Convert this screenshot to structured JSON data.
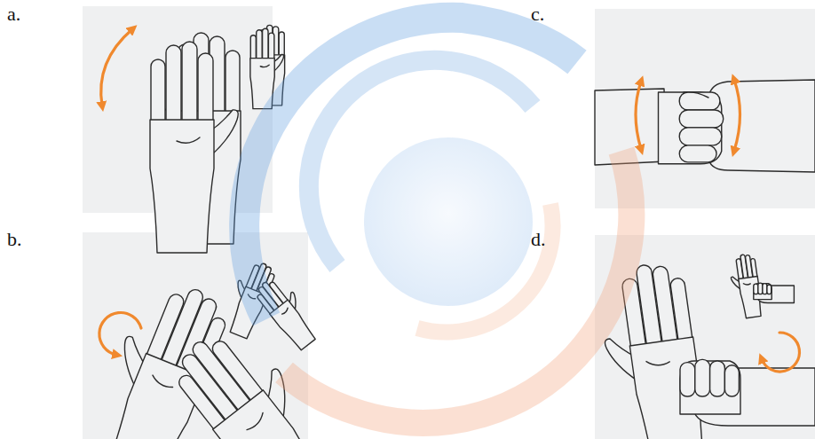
{
  "diagram": {
    "labels": [
      "a.",
      "c.",
      "b.",
      "d."
    ]
  }
}
